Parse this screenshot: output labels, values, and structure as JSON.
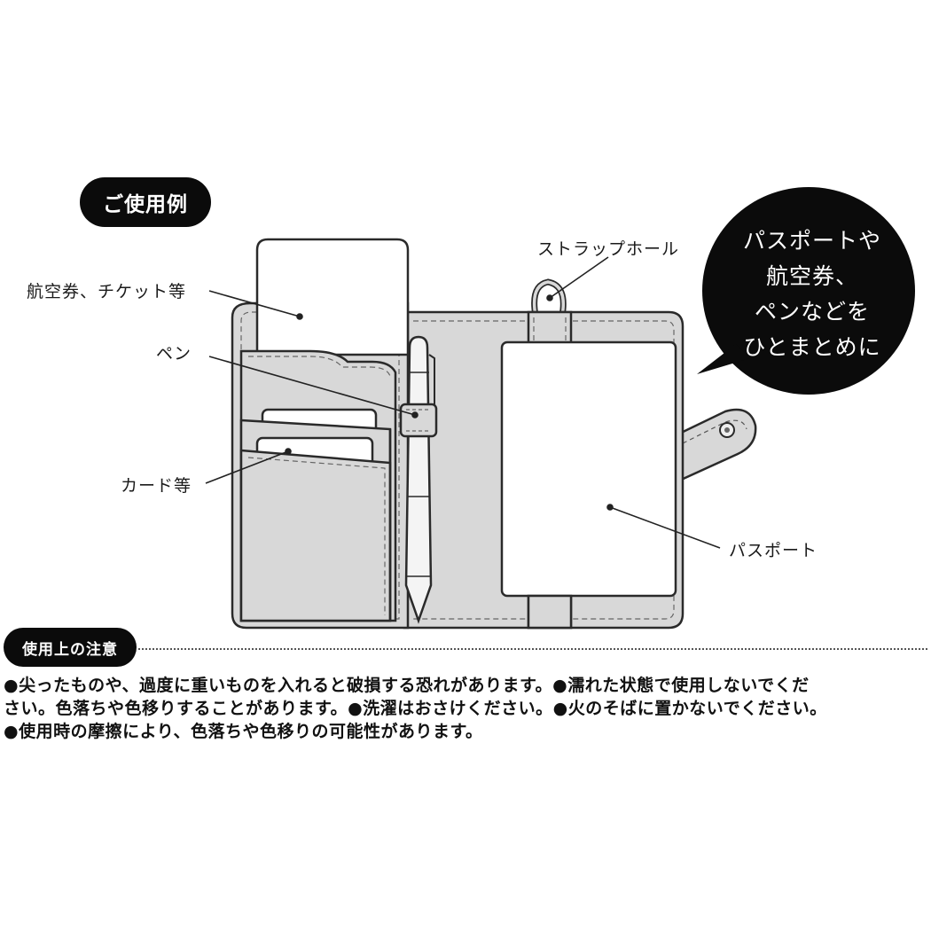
{
  "usage": {
    "title": "ご使用例"
  },
  "callout": {
    "lines": [
      "パスポートや",
      "航空券、",
      "ペンなどを",
      "ひとまとめに"
    ]
  },
  "labels": {
    "ticket": "航空券、チケット等",
    "pen": "ペン",
    "card": "カード等",
    "strap_hole": "ストラップホール",
    "passport": "パスポート"
  },
  "caution": {
    "title": "使用上の注意",
    "lines": [
      "●尖ったものや、過度に重いものを入れると破損する恐れがあります。●濡れた状態で使用しないでくだ",
      "さい。色落ちや色移りすることがあります。●洗濯はおさけください。●火のそばに置かないでください。",
      "●使用時の摩擦により、色落ちや色移りの可能性があります。"
    ]
  },
  "colors": {
    "wallet_fill": "#d8d8d8",
    "paper_fill": "#ffffff",
    "outline": "#2a2a2a",
    "pill_fill": "#0b0b0b"
  }
}
